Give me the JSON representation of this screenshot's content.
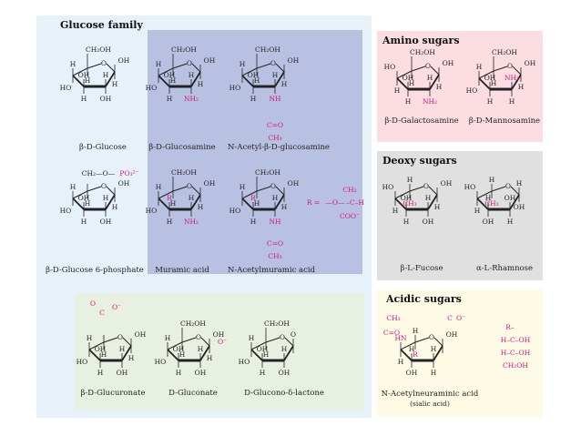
{
  "colors": {
    "glucose_bg": "#e6f1fa",
    "overlap_bg": "#b9c1e2",
    "green_bg": "#e8f0e1",
    "amino_bg": "#fbdde2",
    "deoxy_bg": "#e0e0e0",
    "acidic_bg": "#fdfbe6",
    "highlight": "#d6157a",
    "ink": "#222222"
  },
  "groups": {
    "glucose_family": "Glucose family",
    "amino_sugars": "Amino sugars",
    "deoxy_sugars": "Deoxy sugars",
    "acidic_sugars": "Acidic sugars"
  },
  "names": {
    "glucose": "β-D-Glucose",
    "glucosamine": "β-D-Glucosamine",
    "n_acetyl_glucosamine": "N-Acetyl-β-D-glucosamine",
    "glucose_6_phosphate": "β-D-Glucose 6-phosphate",
    "muramic_acid": "Muramic acid",
    "n_acetylmuramic_acid": "N-Acetylmuramic acid",
    "galactosamine": "β-D-Galactosamine",
    "mannosamine": "β-D-Mannosamine",
    "fucose": "β-L-Fucose",
    "rhamnose": "α-L-Rhamnose",
    "glucuronate": "β-D-Glucuronate",
    "gluconate": "D-Gluconate",
    "glucono_lactone": "D-Glucono-δ-lactone",
    "n_acetylneuraminic_acid": "N-Acetylneuraminic acid",
    "sialic_acid": "(sialic acid)"
  },
  "atoms": {
    "ch2oh": "CH₂OH",
    "oh": "OH",
    "ho": "HO",
    "h": "H",
    "o": "O",
    "nh2": "NH₂",
    "nh": "NH",
    "hn": "HN",
    "c": "C",
    "ch3": "CH₃",
    "r": "R",
    "r_dash": "R–",
    "c_eq_o": "C=O",
    "o_minus": "O⁻",
    "po3": "PO₃²⁻",
    "ch2_o": "CH₂—O—",
    "coo_minus": "COO⁻",
    "r_eq": "R =",
    "h_c_oh": "H–C–OH",
    "o_minus_sign": "—O—",
    "h_c_dash": "–C–H"
  }
}
